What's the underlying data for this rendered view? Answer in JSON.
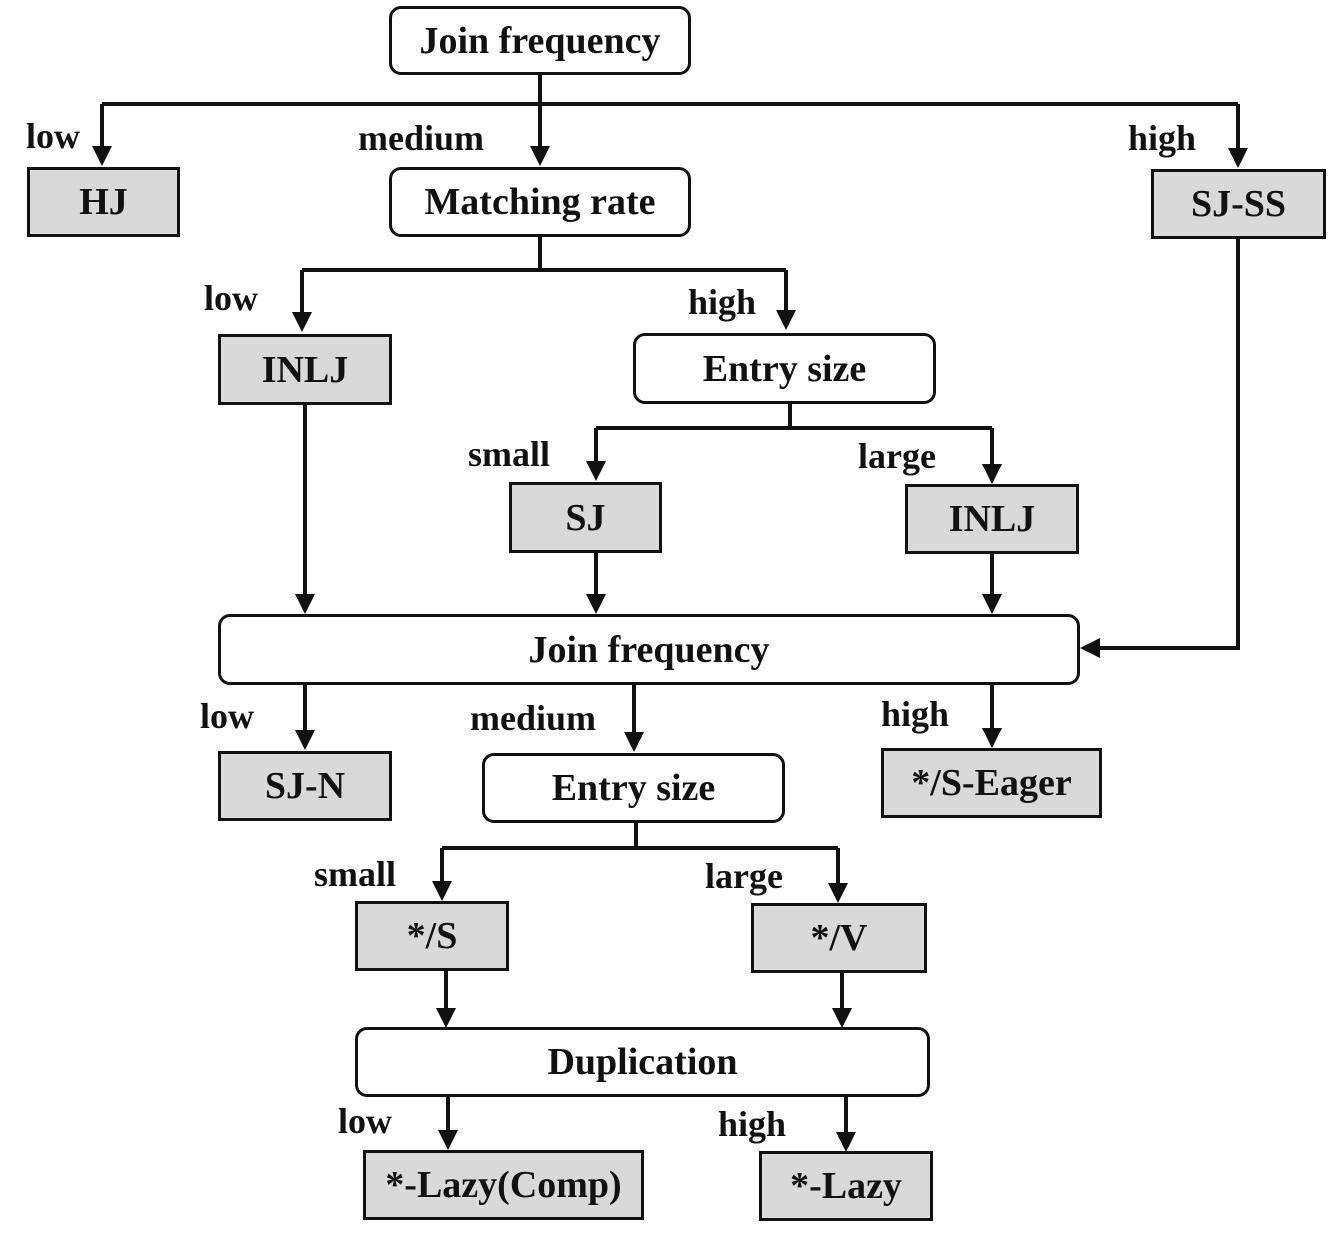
{
  "nodes": {
    "join_frequency_top": "Join frequency",
    "hj": "HJ",
    "matching_rate": "Matching rate",
    "sj_ss": "SJ-SS",
    "inlj_left": "INLJ",
    "entry_size_top": "Entry size",
    "sj": "SJ",
    "inlj_right": "INLJ",
    "join_frequency_mid": "Join frequency",
    "sj_n": "SJ-N",
    "entry_size_mid": "Entry size",
    "s_eager": "*/S-Eager",
    "star_s": "*/S",
    "star_v": "*/V",
    "duplication": "Duplication",
    "lazy_comp": "*-Lazy(Comp)",
    "lazy": "*-Lazy"
  },
  "edge_labels": {
    "jf_top_low": "low",
    "jf_top_medium": "medium",
    "jf_top_high": "high",
    "mr_low": "low",
    "mr_high": "high",
    "es_top_small": "small",
    "es_top_large": "large",
    "jf_mid_low": "low",
    "jf_mid_medium": "medium",
    "jf_mid_high": "high",
    "es_mid_small": "small",
    "es_mid_large": "large",
    "dup_low": "low",
    "dup_high": "high"
  },
  "colors": {
    "line": "#111111",
    "result_fill": "#d9d9d9",
    "decision_fill": "#ffffff"
  }
}
